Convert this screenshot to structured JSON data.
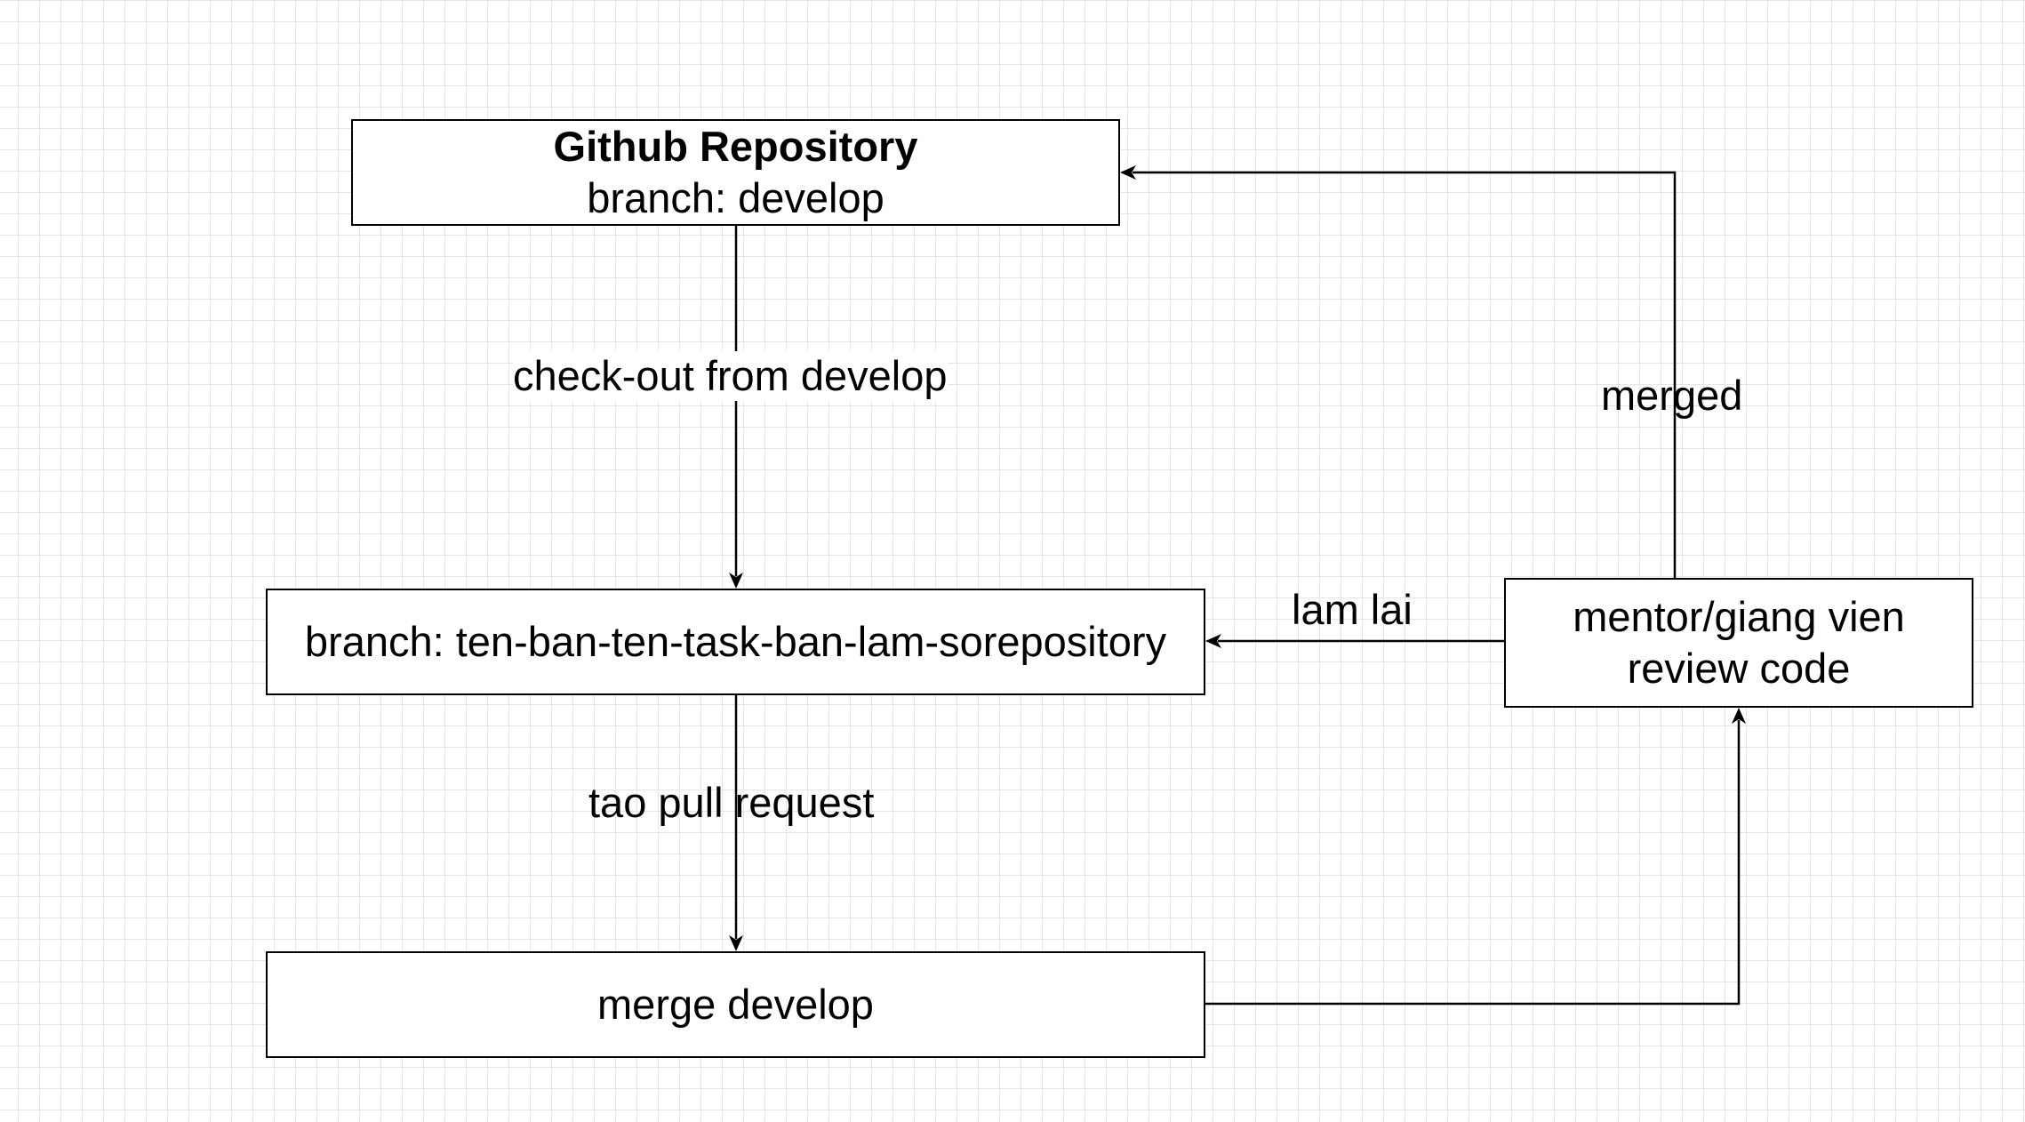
{
  "diagram": {
    "nodes": {
      "repo": {
        "title": "Github Repository",
        "subtitle": "branch: develop"
      },
      "branch": {
        "label": "branch: ten-ban-ten-task-ban-lam-sorepository"
      },
      "merge": {
        "label": "merge develop"
      },
      "mentor": {
        "line1": "mentor/giang vien",
        "line2": "review code"
      }
    },
    "edges": {
      "checkout": "check-out from develop",
      "pull_request": "tao pull request",
      "redo": "lam lai",
      "merged": "merged"
    }
  }
}
